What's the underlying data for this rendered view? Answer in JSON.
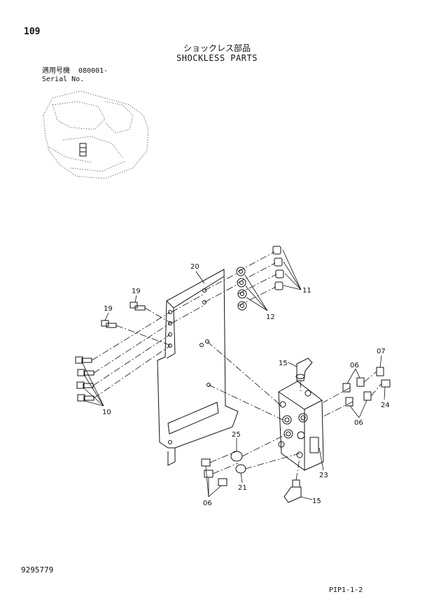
{
  "header": {
    "page_number": "109",
    "title_jp": "ショックレス部品",
    "title_en": "SHOCKLESS PARTS",
    "serial_label_jp": "適用号機",
    "serial_value": "080001-",
    "serial_label_en": "Serial No."
  },
  "callouts": {
    "c20": "20",
    "c19a": "19",
    "c19b": "19",
    "c11": "11",
    "c12": "12",
    "c10": "10",
    "c15a": "15",
    "c07": "07",
    "c06a": "06",
    "c24": "24",
    "c06b": "06",
    "c25": "25",
    "c23": "23",
    "c21": "21",
    "c06c": "06",
    "c15b": "15"
  },
  "footer": {
    "part_number": "9295779",
    "page_code": "PIP1-1-2"
  }
}
